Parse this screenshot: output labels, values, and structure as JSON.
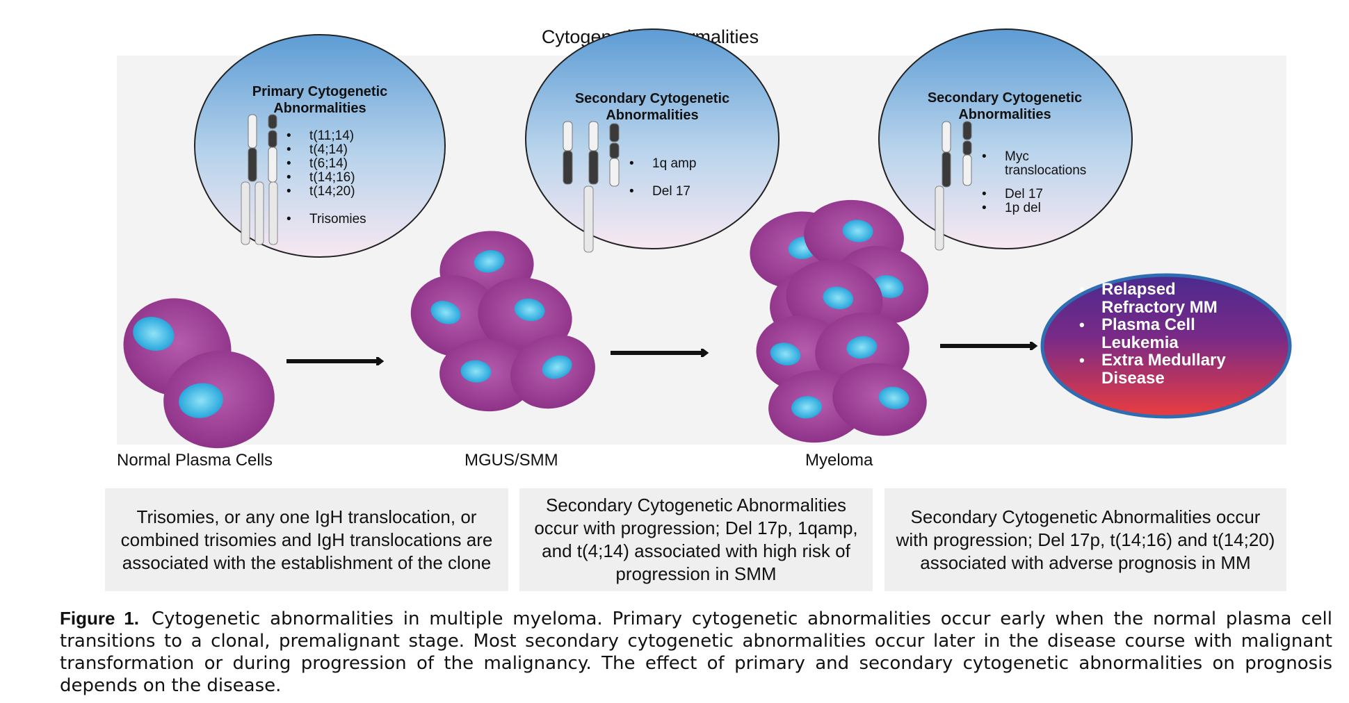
{
  "figure_title": "Cytogenetic Abnormalities",
  "bubbles": [
    {
      "title": "Primary Cytogenetic Abnormalities",
      "items": [
        "t(11;14)",
        "t(4;14)",
        "t(6;14)",
        "t(14;16)",
        "t(14;20)",
        "Trisomies"
      ]
    },
    {
      "title": "Secondary Cytogenetic Abnormalities",
      "items": [
        "1q amp",
        "Del 17"
      ]
    },
    {
      "title": "Secondary Cytogenetic Abnormalities",
      "items": [
        "Myc translocations",
        "Del 17",
        "1p del"
      ]
    }
  ],
  "stages": [
    "Normal Plasma Cells",
    "MGUS/SMM",
    "Myeloma"
  ],
  "outcomes": [
    "Relapsed Refractory MM",
    "Plasma Cell Leukemia",
    "Extra Medullary Disease"
  ],
  "descriptions": [
    "Trisomies, or any one IgH translocation, or combined trisomies and IgH translocations are associated with the establishment of the clone",
    "Secondary Cytogenetic Abnormalities occur with progression; Del 17p, 1qamp, and t(4;14) associated with high risk of progression in SMM",
    "Secondary Cytogenetic Abnormalities occur with progression; Del 17p, t(14;16) and t(14;20) associated with adverse prognosis in MM"
  ],
  "caption": {
    "label": "Figure 1.",
    "text": "Cytogenetic abnormalities in multiple myeloma. Primary cytogenetic abnormalities occur early when the normal plasma cell transitions to a clonal, premalignant stage. Most secondary cytogenetic abnormalities occur later in the disease course with malignant transformation or during progression of the malignancy. The effect of primary and secondary cytogenetic abnormalities on prognosis depends on the disease."
  },
  "colors": {
    "cell": "#9c3f95",
    "nucleus": "#3cb2e0",
    "bubble_top": "#5f9fd6",
    "bubble_bottom": "#f6e6f0",
    "outcome_top": "#5a2a92",
    "outcome_bottom": "#e2394a",
    "outcome_border": "#2f6db3"
  }
}
